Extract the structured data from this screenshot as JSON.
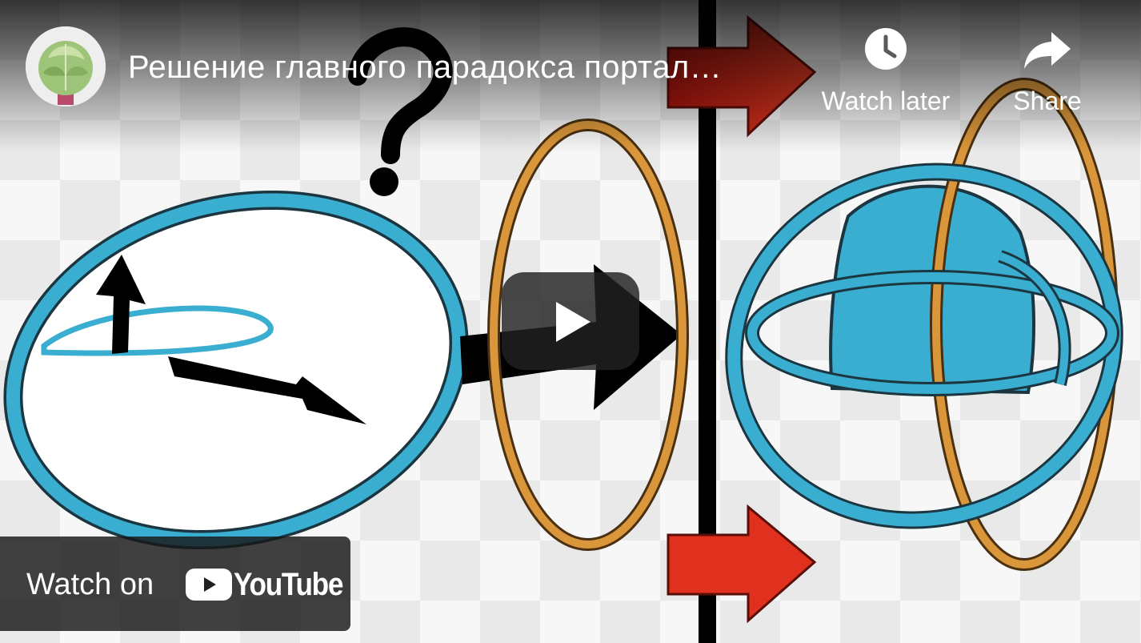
{
  "video": {
    "title": "Решение главного парадокса портал…"
  },
  "actions": {
    "watch_later_label": "Watch later",
    "share_label": "Share"
  },
  "branding": {
    "watch_on_label": "Watch on",
    "platform_name": "YouTube"
  },
  "thumbnail": {
    "question_mark": "?"
  },
  "icons": {
    "watch_later": "clock-icon",
    "share": "share-arrow-icon",
    "play": "play-icon",
    "logo": "youtube-logo-icon"
  },
  "colors": {
    "portal_blue": "#3aaed0",
    "portal_orange": "#d9963a",
    "arrow_red": "#e0301e",
    "play_overlay": "#212121"
  }
}
